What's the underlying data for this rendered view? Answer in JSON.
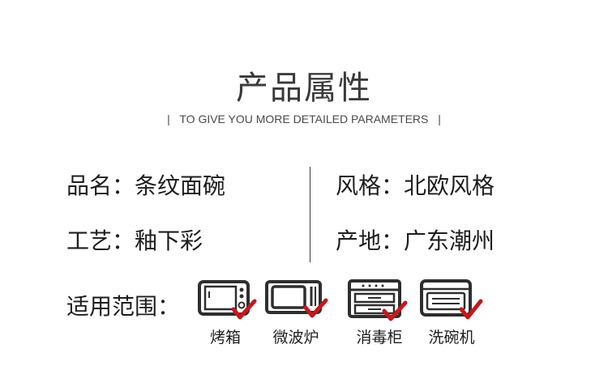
{
  "header": {
    "title": "产品属性",
    "subtitle": "TO GIVE YOU MORE DETAILED PARAMETERS",
    "subtitle_bar_left": "|",
    "subtitle_bar_right": "|"
  },
  "attributes": {
    "product_name": {
      "label": "品名：",
      "value": "条纹面碗"
    },
    "style": {
      "label": "风格：",
      "value": "北欧风格"
    },
    "craft": {
      "label": "工艺：",
      "value": "釉下彩"
    },
    "origin": {
      "label": "产地：",
      "value": "广东潮州"
    }
  },
  "usage": {
    "label": "适用范围：",
    "appliances": [
      {
        "name": "烤箱",
        "icon": "oven-icon"
      },
      {
        "name": "微波炉",
        "icon": "microwave-icon"
      },
      {
        "name": "消毒柜",
        "icon": "sterilizer-cabinet-icon"
      },
      {
        "name": "洗碗机",
        "icon": "dishwasher-icon"
      }
    ],
    "check_icon": "checkmark-icon",
    "check_color": "#c8161d"
  }
}
